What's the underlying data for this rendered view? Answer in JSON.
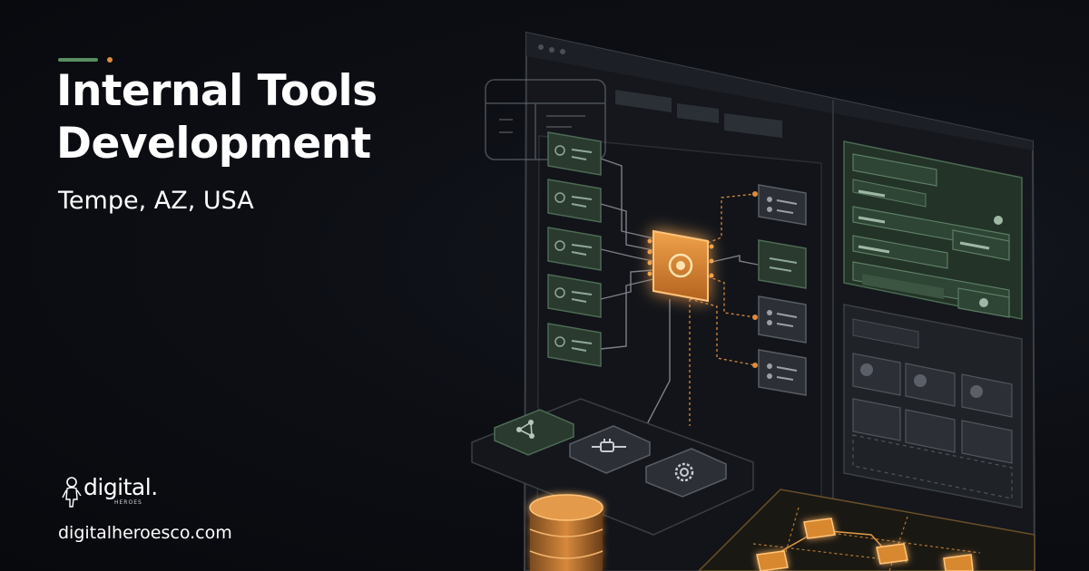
{
  "hero": {
    "title_line1": "Internal Tools",
    "title_line2": "Development",
    "location": "Tempe, AZ, USA"
  },
  "brand": {
    "name": "digital.",
    "tagline": "HEROES",
    "website": "digitalheroesco.com"
  },
  "colors": {
    "background": "#0b0c12",
    "accent_green": "#5a8e62",
    "accent_orange": "#e08a3c",
    "text": "#ffffff"
  },
  "illustration": {
    "icons": [
      "share-nodes-icon",
      "plug-icon",
      "gear-icon",
      "database-icon"
    ]
  }
}
